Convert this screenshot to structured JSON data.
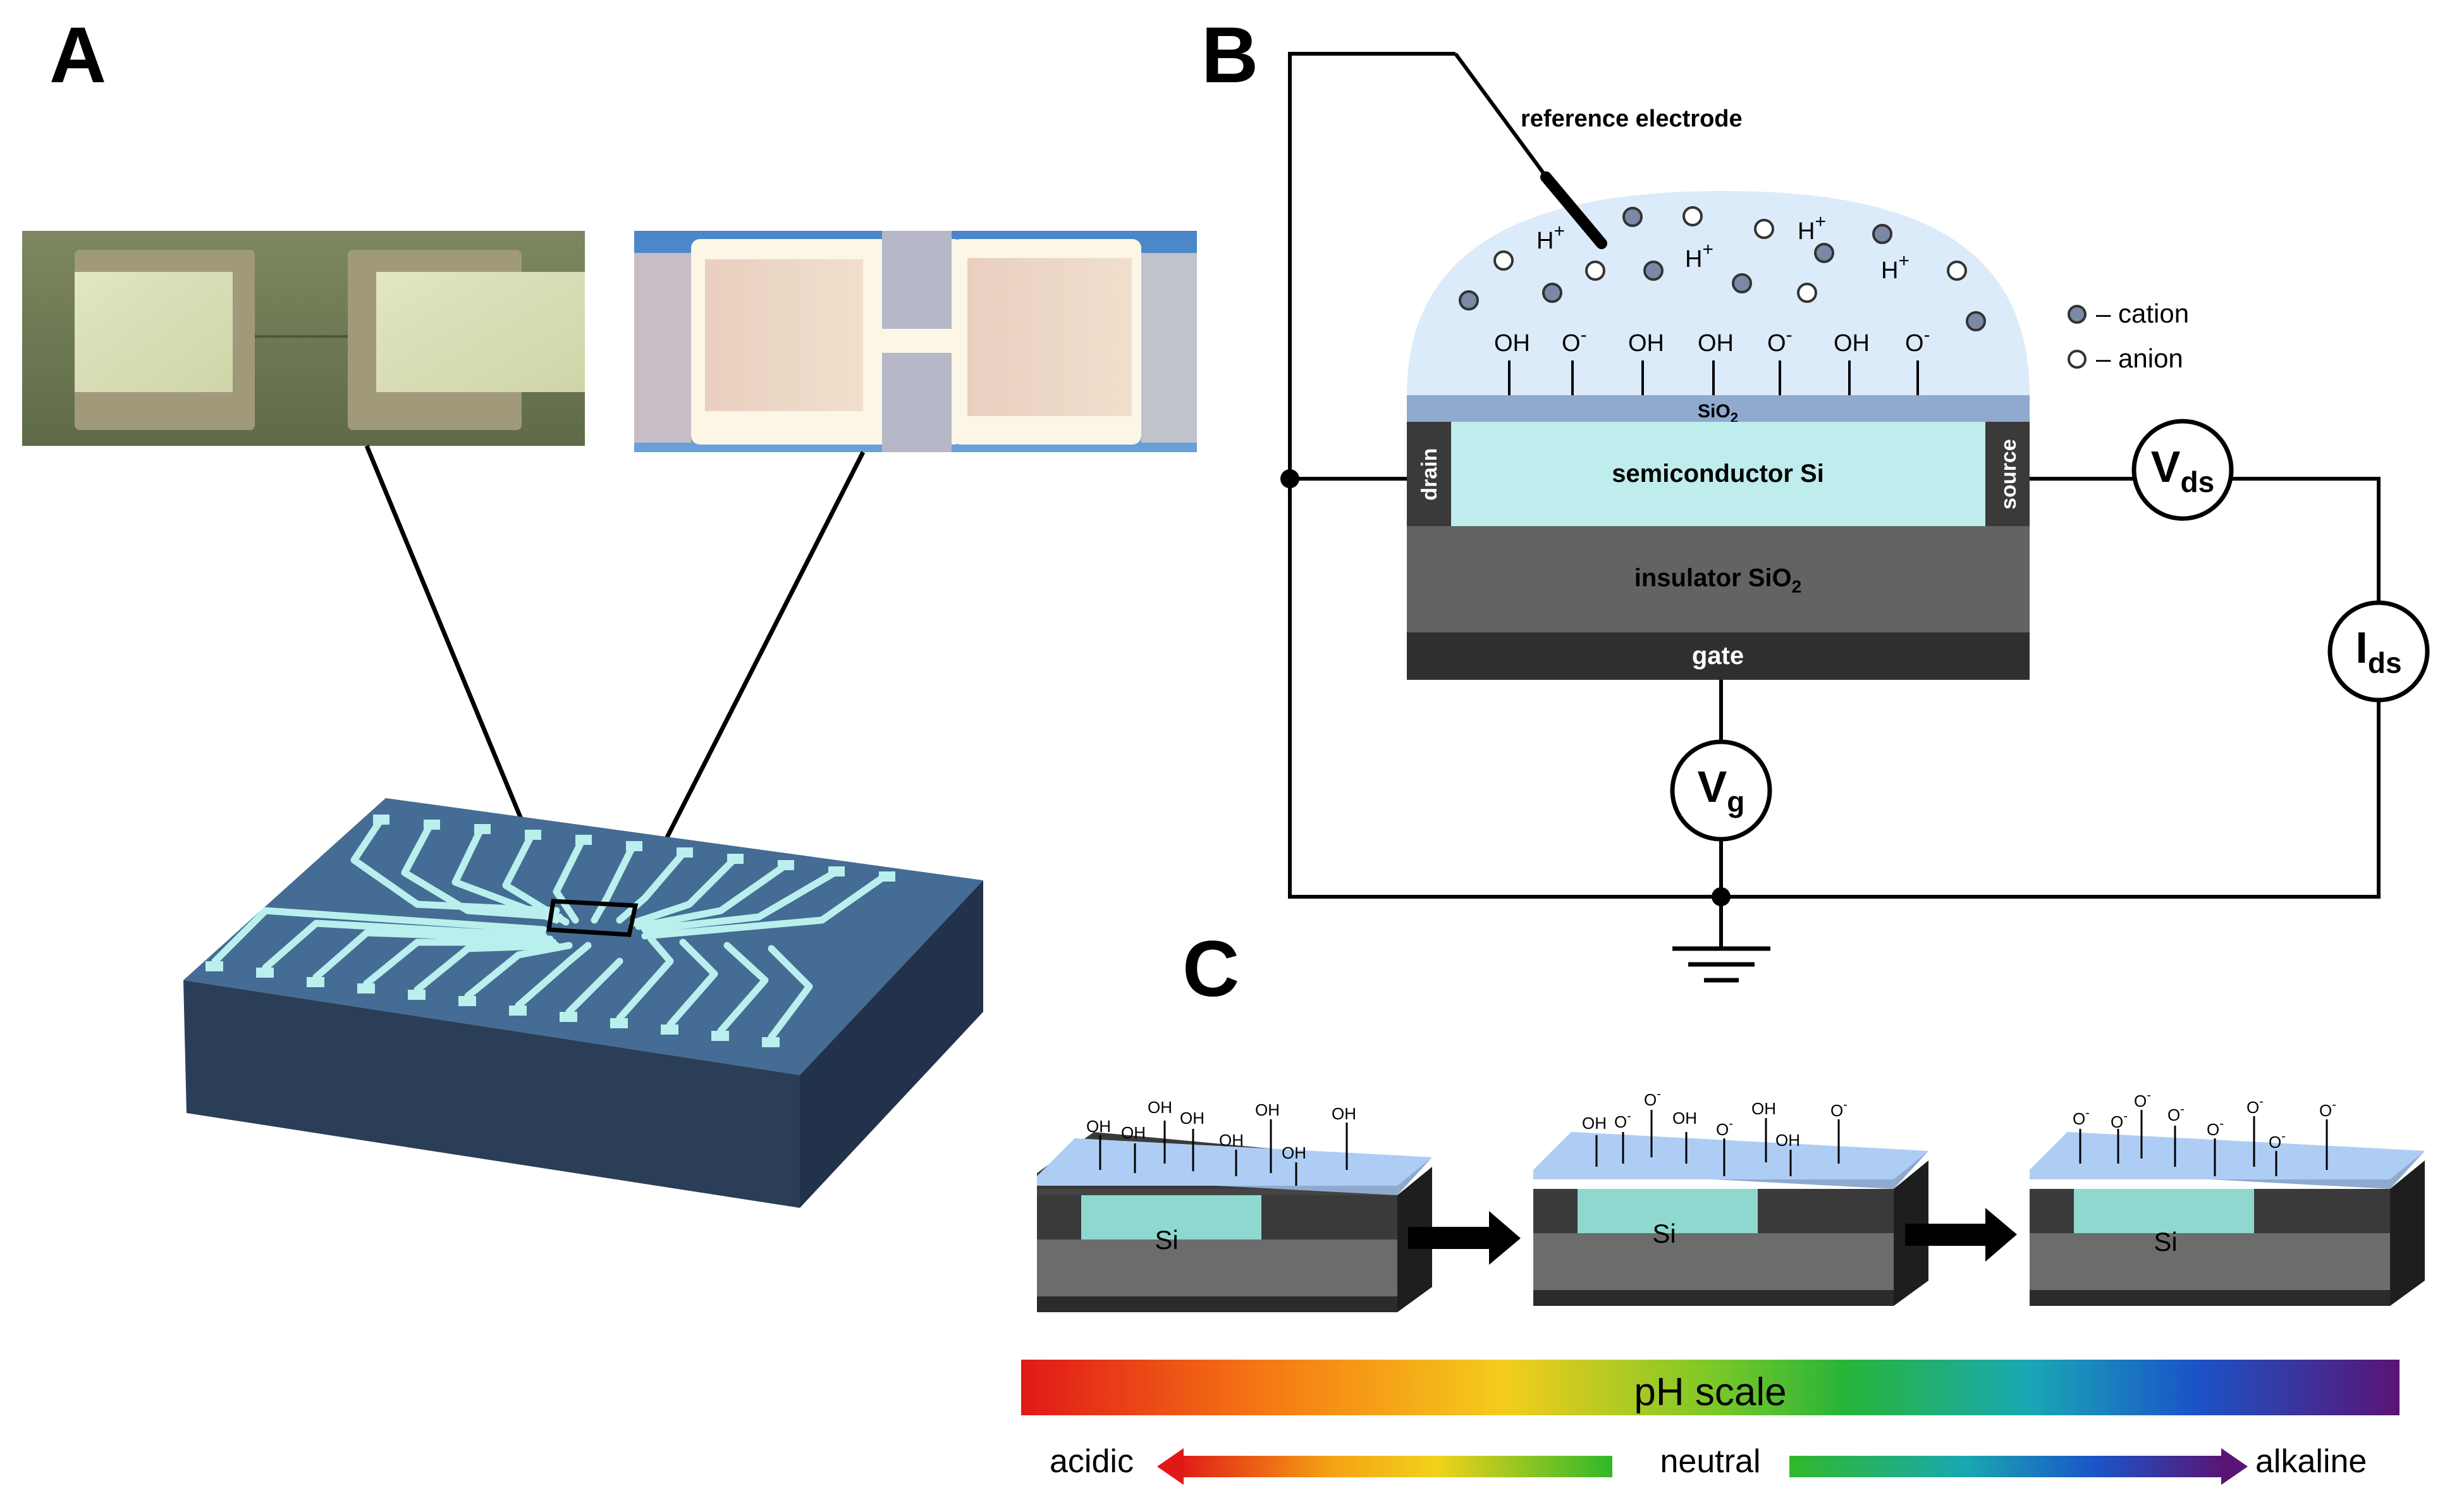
{
  "panels": {
    "a": {
      "label": "A"
    },
    "b": {
      "label": "B"
    },
    "c": {
      "label": "C"
    }
  },
  "panel_b": {
    "reference_electrode": "reference electrode",
    "h_plus": "H",
    "plus_sign": "+",
    "oh": "OH",
    "o_minus": "O",
    "minus_sign": "-",
    "legend": {
      "cation": "– cation",
      "anion": "– anion"
    },
    "oxide_layer": {
      "text": "SiO",
      "sub": "2"
    },
    "drain": "drain",
    "source": "source",
    "channel": "semiconductor Si",
    "insulator": {
      "text": "insulator SiO",
      "sub": "2"
    },
    "gate": "gate",
    "meters": {
      "vds": {
        "main": "V",
        "sub": "ds"
      },
      "ids": {
        "main": "I",
        "sub": "ds"
      },
      "vg": {
        "main": "V",
        "sub": "g"
      }
    }
  },
  "panel_c": {
    "si": "Si",
    "oh": "OH",
    "o_minus": "O",
    "minus_sign": "-",
    "ph_scale": "pH scale",
    "acidic": "acidic",
    "neutral": "neutral",
    "alkaline": "alkaline"
  },
  "colors": {
    "chip_top": "#456c94",
    "chip_side": "#2b3e58",
    "traces": "#b9f0ee",
    "solution": "#dcebfa",
    "oxide": "#8fa9cf",
    "channel": "#bfecec",
    "insulator": "#636363",
    "gate": "#2f2f2f",
    "cation": "#7a8aa6"
  }
}
